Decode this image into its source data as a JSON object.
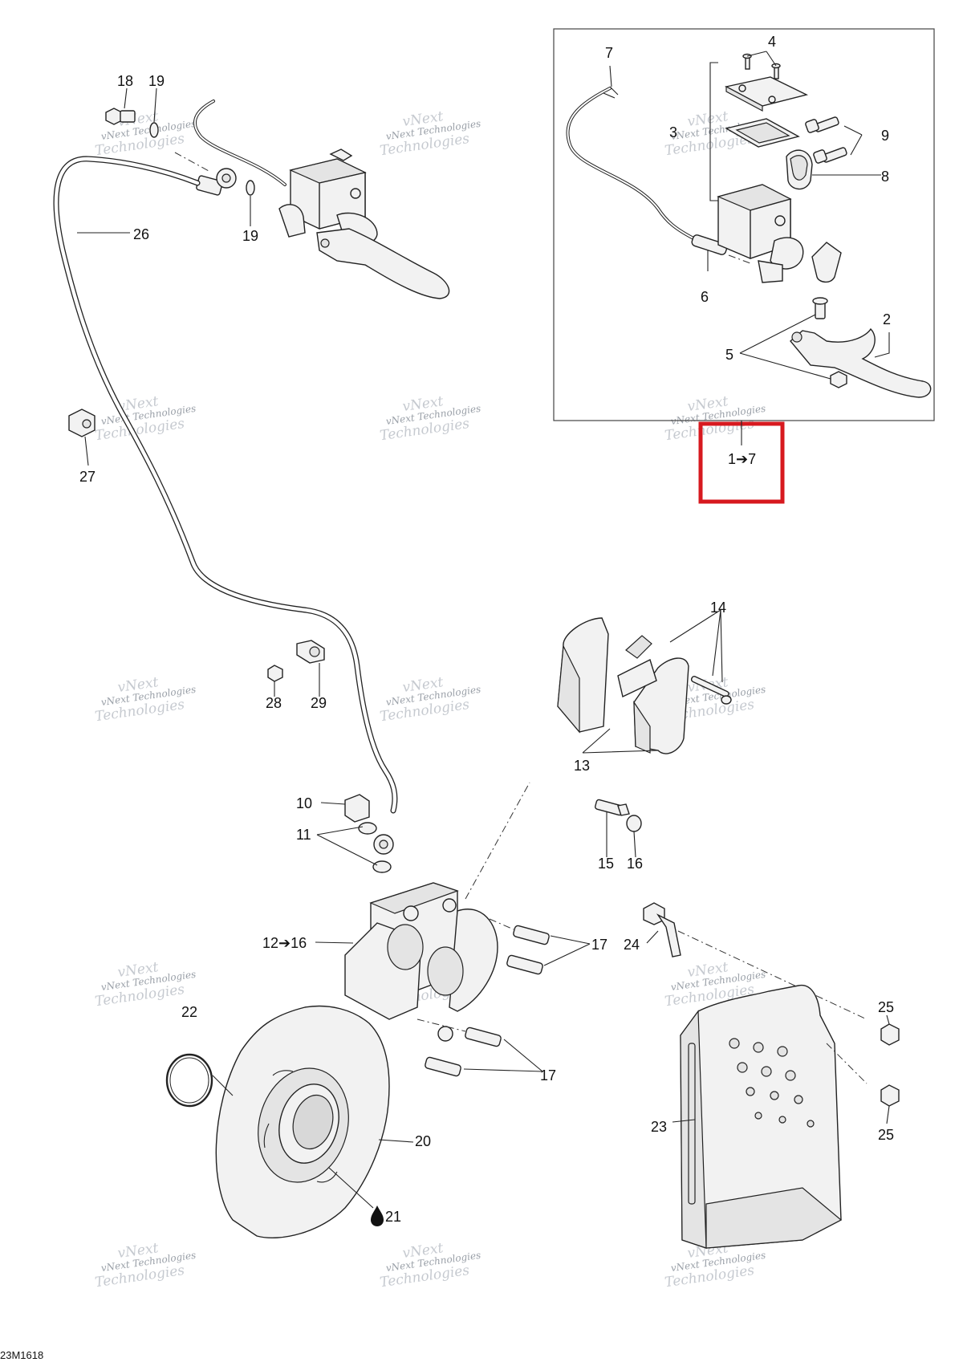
{
  "diagram_code": "23M1618",
  "watermark": {
    "line1": "vNext Technologies",
    "line2a": "vNext",
    "line2b": "Technologies"
  },
  "inset_callout": "1➔7",
  "callouts": {
    "c1": "1➔7",
    "c2": "2",
    "c3": "3",
    "c4": "4",
    "c5": "5",
    "c6": "6",
    "c7": "7",
    "c8": "8",
    "c9": "9",
    "c10": "10",
    "c11": "11",
    "c12": "12➔16",
    "c13": "13",
    "c14": "14",
    "c15": "15",
    "c16": "16",
    "c17a": "17",
    "c17b": "17",
    "c18": "18",
    "c19a": "19",
    "c19b": "19",
    "c20": "20",
    "c21": "21",
    "c22": "22",
    "c23": "23",
    "c24": "24",
    "c25a": "25",
    "c25b": "25",
    "c26": "26",
    "c27": "27",
    "c28": "28",
    "c29": "29"
  },
  "colors": {
    "highlight_box": "#d7191f",
    "line": "#222222",
    "watermark": "#9aa0a8"
  }
}
